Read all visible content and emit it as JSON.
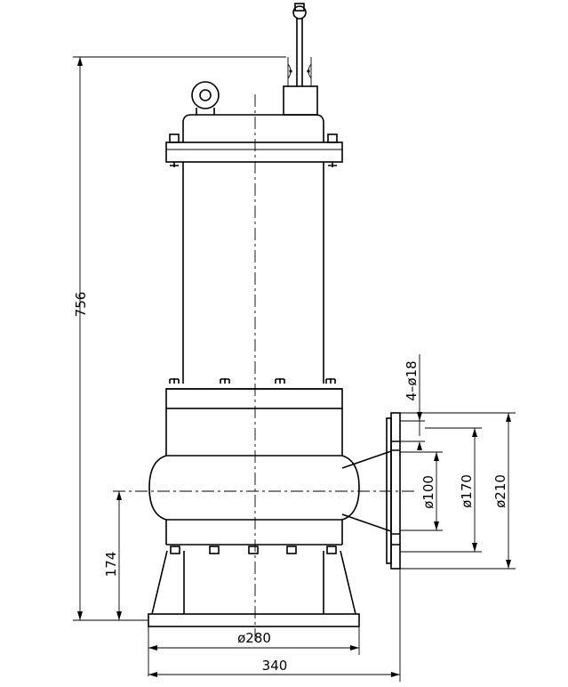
{
  "dimensions": {
    "overall_height": "756",
    "outlet_height": "174",
    "base_diameter": "ø280",
    "base_width": "340",
    "flange_holes": "4–ø18",
    "outlet_bore": "ø100",
    "bolt_circle": "ø170",
    "flange_outer": "ø210"
  },
  "colors": {
    "line": "#000000",
    "background": "#ffffff"
  }
}
